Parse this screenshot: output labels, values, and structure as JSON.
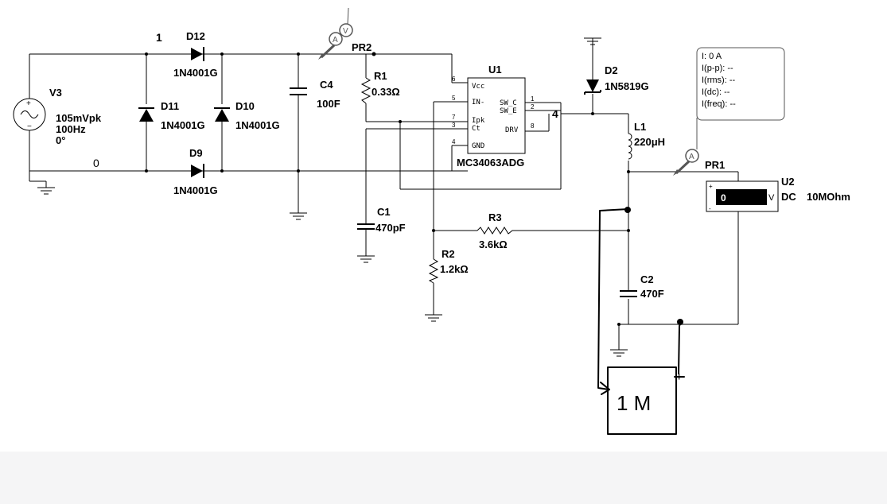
{
  "source": {
    "ref": "V3",
    "amplitude": "105mVpk",
    "frequency": "100Hz",
    "phase": "0°"
  },
  "nodes": {
    "n1": "1",
    "n0": "0",
    "n4": "4"
  },
  "diodes": [
    {
      "ref": "D12",
      "part": "1N4001G"
    },
    {
      "ref": "D11",
      "part": "1N4001G"
    },
    {
      "ref": "D10",
      "part": "1N4001G"
    },
    {
      "ref": "D9",
      "part": "1N4001G"
    },
    {
      "ref": "D2",
      "part": "1N5819G"
    }
  ],
  "capacitors": [
    {
      "ref": "C4",
      "value": "100F"
    },
    {
      "ref": "C1",
      "value": "470pF"
    },
    {
      "ref": "C2",
      "value": "470F"
    }
  ],
  "resistors": [
    {
      "ref": "R1",
      "value": "0.33Ω"
    },
    {
      "ref": "R3",
      "value": "3.6kΩ"
    },
    {
      "ref": "R2",
      "value": "1.2kΩ"
    }
  ],
  "inductor": {
    "ref": "L1",
    "value": "220μH"
  },
  "ic": {
    "ref": "U1",
    "part": "MC34063ADG",
    "pins_left": [
      {
        "num": "6",
        "name": "Vcc"
      },
      {
        "num": "5",
        "name": "IN-"
      },
      {
        "num": "7",
        "name": "Ipk"
      },
      {
        "num": "3",
        "name": "Ct"
      },
      {
        "num": "4",
        "name": "GND"
      }
    ],
    "pins_right": [
      {
        "num": "1",
        "name": "SW_C"
      },
      {
        "num": "2",
        "name": "SW_E"
      },
      {
        "num": "8",
        "name": "DRV"
      }
    ]
  },
  "probes": {
    "pr2": {
      "ref": "PR2",
      "icons": [
        "A",
        "V"
      ]
    },
    "pr1": {
      "ref": "PR1",
      "icon": "A",
      "readings": [
        "I: 0 A",
        "I(p-p): --",
        "I(rms): --",
        "I(dc): --",
        "I(freq): --"
      ]
    }
  },
  "multimeter": {
    "ref": "U2",
    "mode": "DC",
    "impedance": "10MOhm",
    "display": "0",
    "unit": "V",
    "plus": "+",
    "minus": "-"
  },
  "annotation": {
    "box_text": "1 M",
    "plus": "+"
  }
}
